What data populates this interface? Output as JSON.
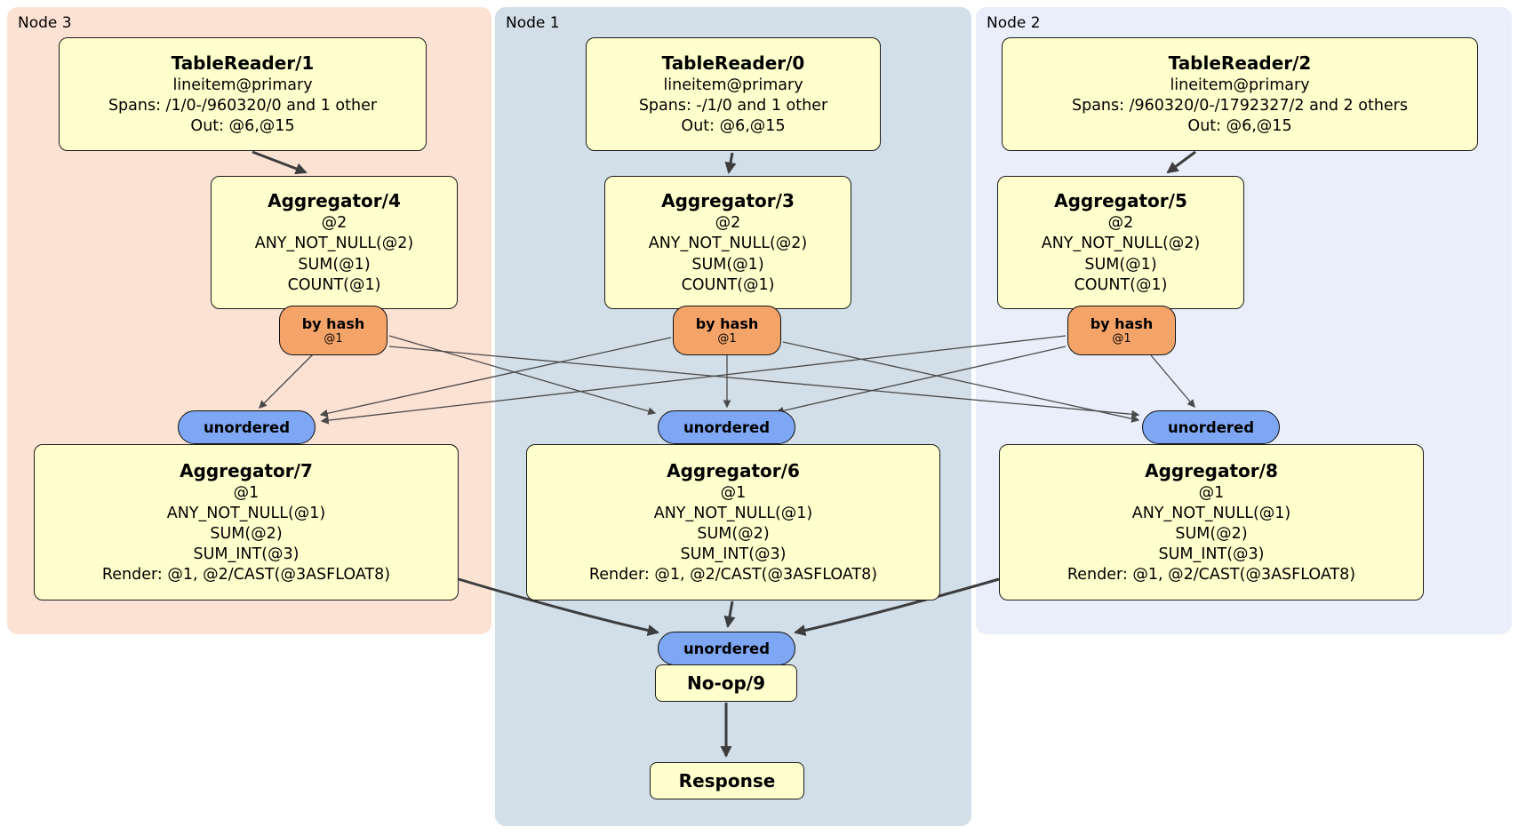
{
  "colors": {
    "node3_bg": "#fce2d3",
    "node1_bg": "#d2dfe8",
    "node2_bg": "#e9eefa",
    "box_bg": "#ffffcd",
    "box_border": "#1c1c1c",
    "router_bg": "#f5a469",
    "sync_bg": "#7ea7f3",
    "edge_thick": "#3d3d3d",
    "edge_thin": "#4a4a4a"
  },
  "panels": [
    {
      "label": "Node 3"
    },
    {
      "label": "Node 1"
    },
    {
      "label": "Node 2"
    }
  ],
  "router": {
    "label": "by hash",
    "sub": "@1"
  },
  "sync": {
    "label": "unordered"
  },
  "processors": {
    "tr1": {
      "title": "TableReader/1",
      "lines": [
        "lineitem@primary",
        "Spans: /1/0-/960320/0 and 1 other",
        "Out: @6,@15"
      ]
    },
    "tr0": {
      "title": "TableReader/0",
      "lines": [
        "lineitem@primary",
        "Spans: -/1/0 and 1 other",
        "Out: @6,@15"
      ]
    },
    "tr2": {
      "title": "TableReader/2",
      "lines": [
        "lineitem@primary",
        "Spans: /960320/0-/1792327/2 and 2 others",
        "Out: @6,@15"
      ]
    },
    "agg4": {
      "title": "Aggregator/4",
      "lines": [
        "@2",
        "ANY_NOT_NULL(@2)",
        "SUM(@1)",
        "COUNT(@1)"
      ]
    },
    "agg3": {
      "title": "Aggregator/3",
      "lines": [
        "@2",
        "ANY_NOT_NULL(@2)",
        "SUM(@1)",
        "COUNT(@1)"
      ]
    },
    "agg5": {
      "title": "Aggregator/5",
      "lines": [
        "@2",
        "ANY_NOT_NULL(@2)",
        "SUM(@1)",
        "COUNT(@1)"
      ]
    },
    "agg7": {
      "title": "Aggregator/7",
      "lines": [
        "@1",
        "ANY_NOT_NULL(@1)",
        "SUM(@2)",
        "SUM_INT(@3)",
        "Render: @1, @2/CAST(@3ASFLOAT8)"
      ]
    },
    "agg6": {
      "title": "Aggregator/6",
      "lines": [
        "@1",
        "ANY_NOT_NULL(@1)",
        "SUM(@2)",
        "SUM_INT(@3)",
        "Render: @1, @2/CAST(@3ASFLOAT8)"
      ]
    },
    "agg8": {
      "title": "Aggregator/8",
      "lines": [
        "@1",
        "ANY_NOT_NULL(@1)",
        "SUM(@2)",
        "SUM_INT(@3)",
        "Render: @1, @2/CAST(@3ASFLOAT8)"
      ]
    },
    "noop9": {
      "title": "No-op/9"
    },
    "response": {
      "title": "Response"
    }
  }
}
